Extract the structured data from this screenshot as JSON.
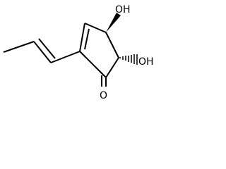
{
  "molecule": {
    "atoms": {
      "o_top": "OH",
      "o_right": "OH",
      "o_carbonyl": "O"
    },
    "colors": {
      "bond": "#000000",
      "text": "#000000",
      "background": "#ffffff"
    }
  }
}
